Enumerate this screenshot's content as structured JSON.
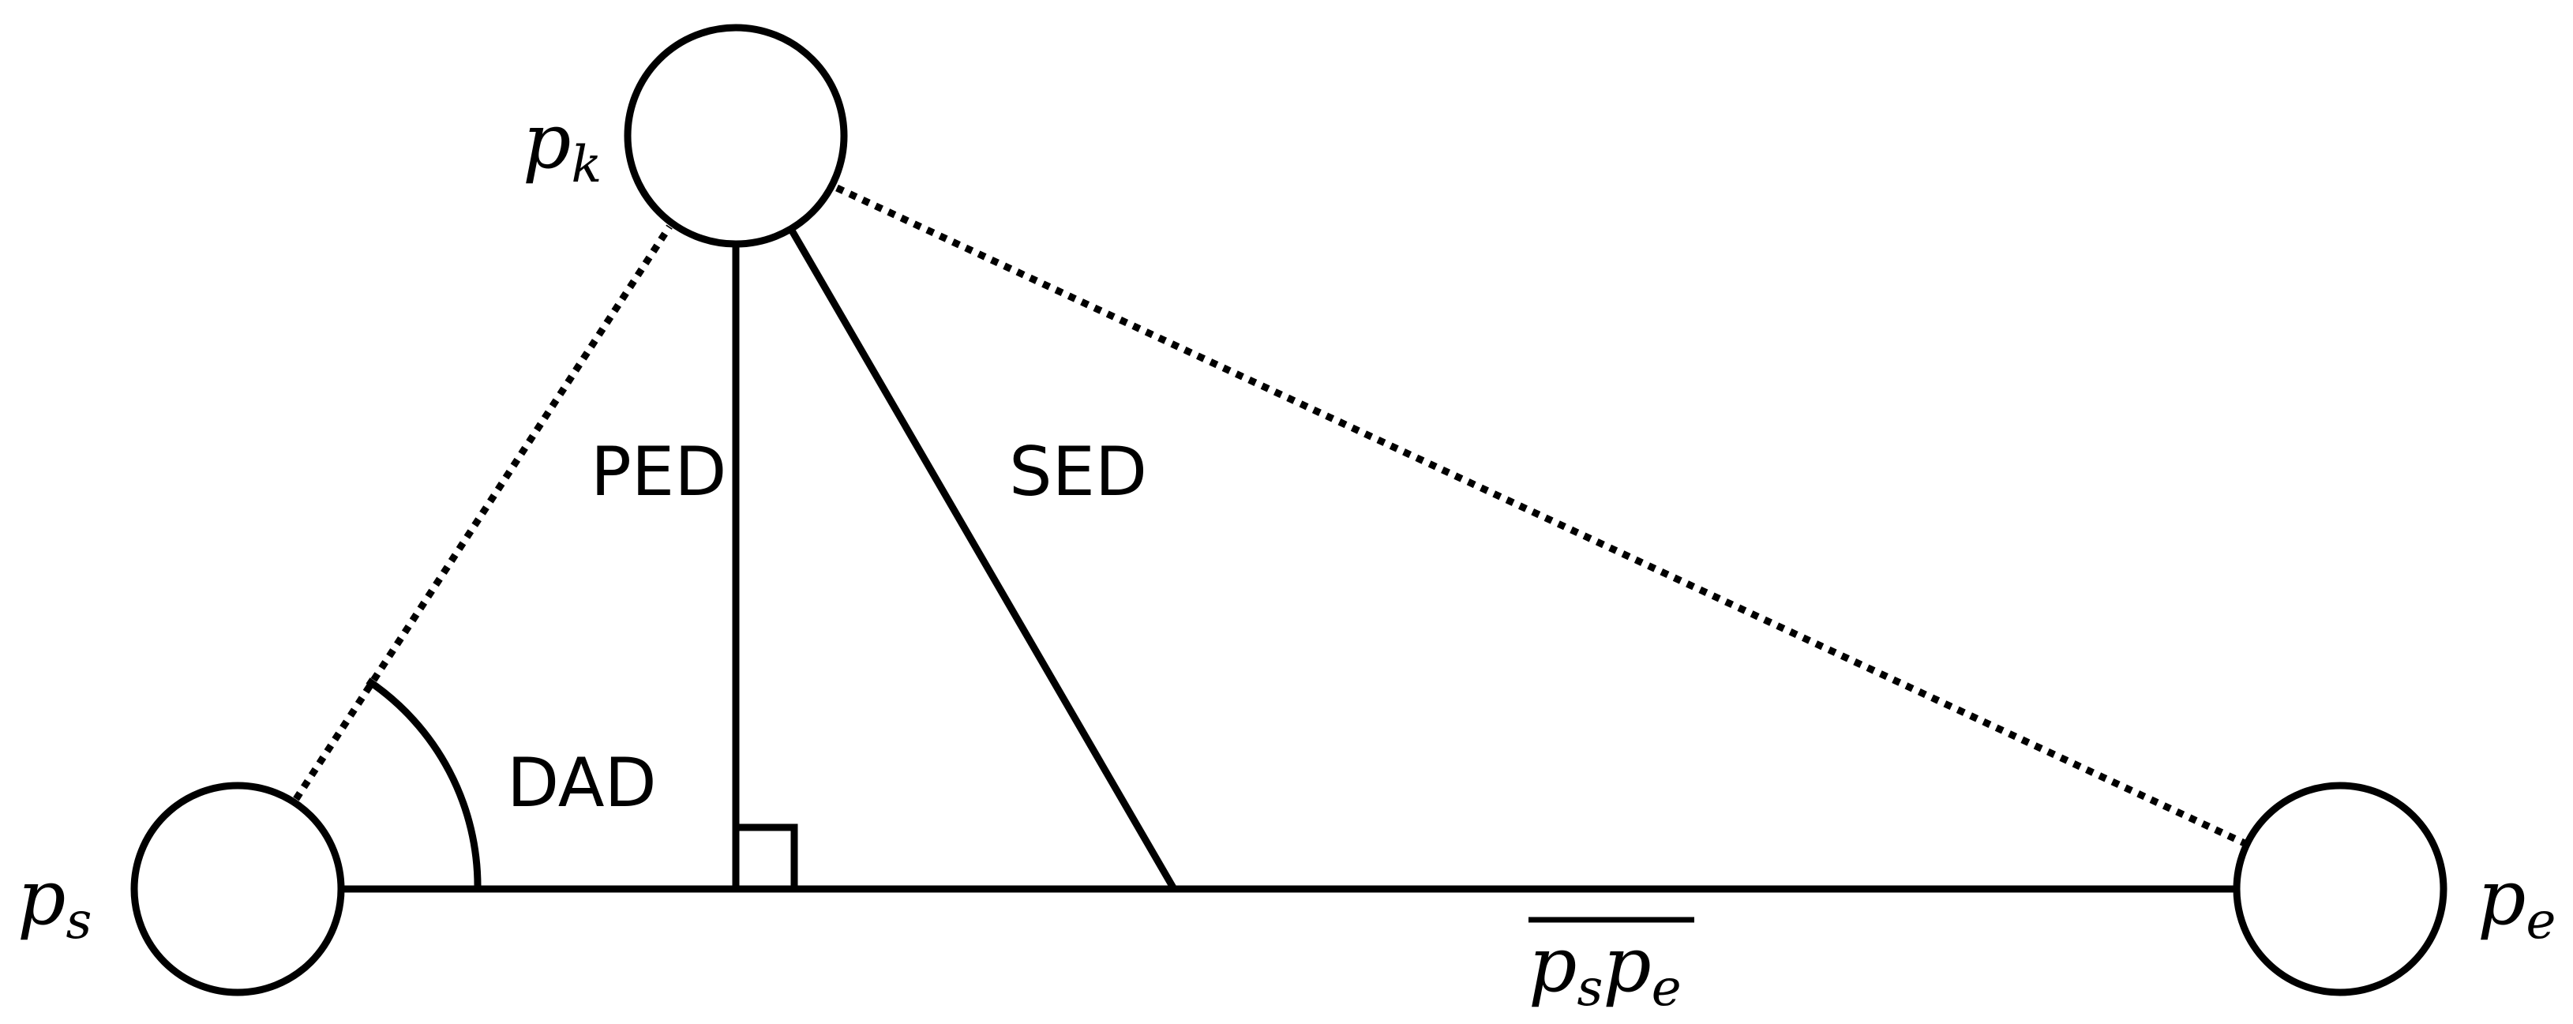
{
  "points": {
    "start": {
      "base": "p",
      "sub": "s"
    },
    "key": {
      "base": "p",
      "sub": "k"
    },
    "end": {
      "base": "p",
      "sub": "e"
    }
  },
  "measures": {
    "ped": "PED",
    "sed": "SED",
    "dad": "DAD"
  },
  "segment_label": {
    "first_base": "p",
    "first_sub": "s",
    "second_base": "p",
    "second_sub": "e"
  }
}
